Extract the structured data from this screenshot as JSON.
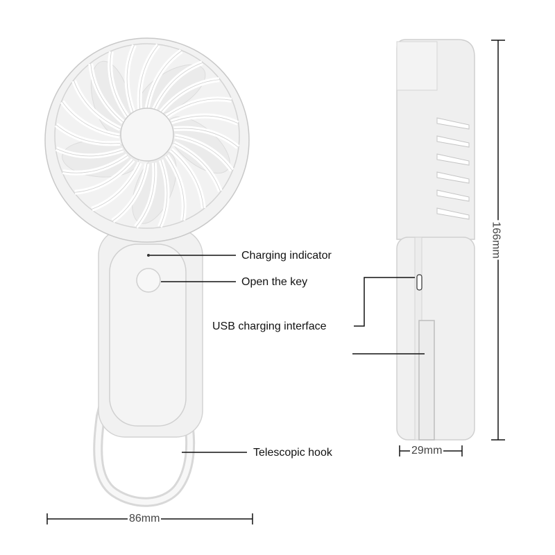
{
  "labels": {
    "charging_indicator": "Charging indicator",
    "open_key": "Open the key",
    "usb_interface": "USB charging interface",
    "telescopic_hook": "Telescopic hook"
  },
  "dimensions": {
    "width": "86mm",
    "depth": "29mm",
    "height": "166mm"
  },
  "colors": {
    "body": "#f1f1f1",
    "outline": "#c9c9c9",
    "line": "#111111"
  }
}
